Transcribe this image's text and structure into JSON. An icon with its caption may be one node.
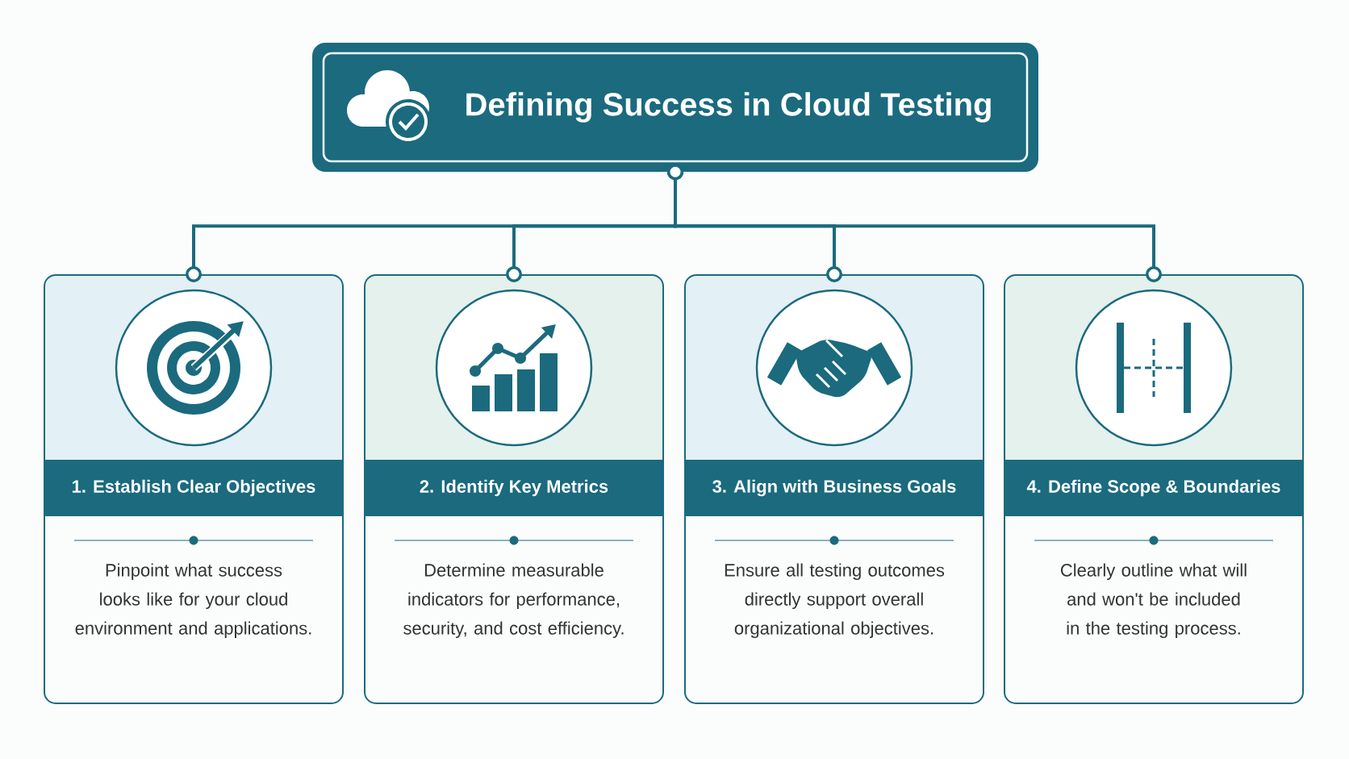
{
  "diagram": {
    "nodes": [
      {
        "text": [
          "Defining Success in Cloud Testing"
        ]
      },
      {
        "text": [
          "1. Establish Clear Objectives",
          "Pinpoint what success looks like for your cloud environment and applications."
        ]
      },
      {
        "text": [
          "2. Identify Key Metrics",
          "Determine measurable indicators for performance, security, and cost efficiency."
        ]
      },
      {
        "text": [
          "3. Align with Business Goals",
          "Ensure all testing outcomes directly support overall organizational objectives."
        ]
      },
      {
        "text": [
          "4. Define Scope & Boundaries",
          "Clearly outline what will and won't be included in the testing process."
        ]
      }
    ],
    "edges": [
      {
        "from": 0,
        "to": 1,
        "arrow": "other"
      },
      {
        "from": 0,
        "to": 2,
        "arrow": "other"
      },
      {
        "from": 0,
        "to": 3,
        "arrow": "other"
      },
      {
        "from": 0,
        "to": 4,
        "arrow": "other"
      }
    ]
  }
}
